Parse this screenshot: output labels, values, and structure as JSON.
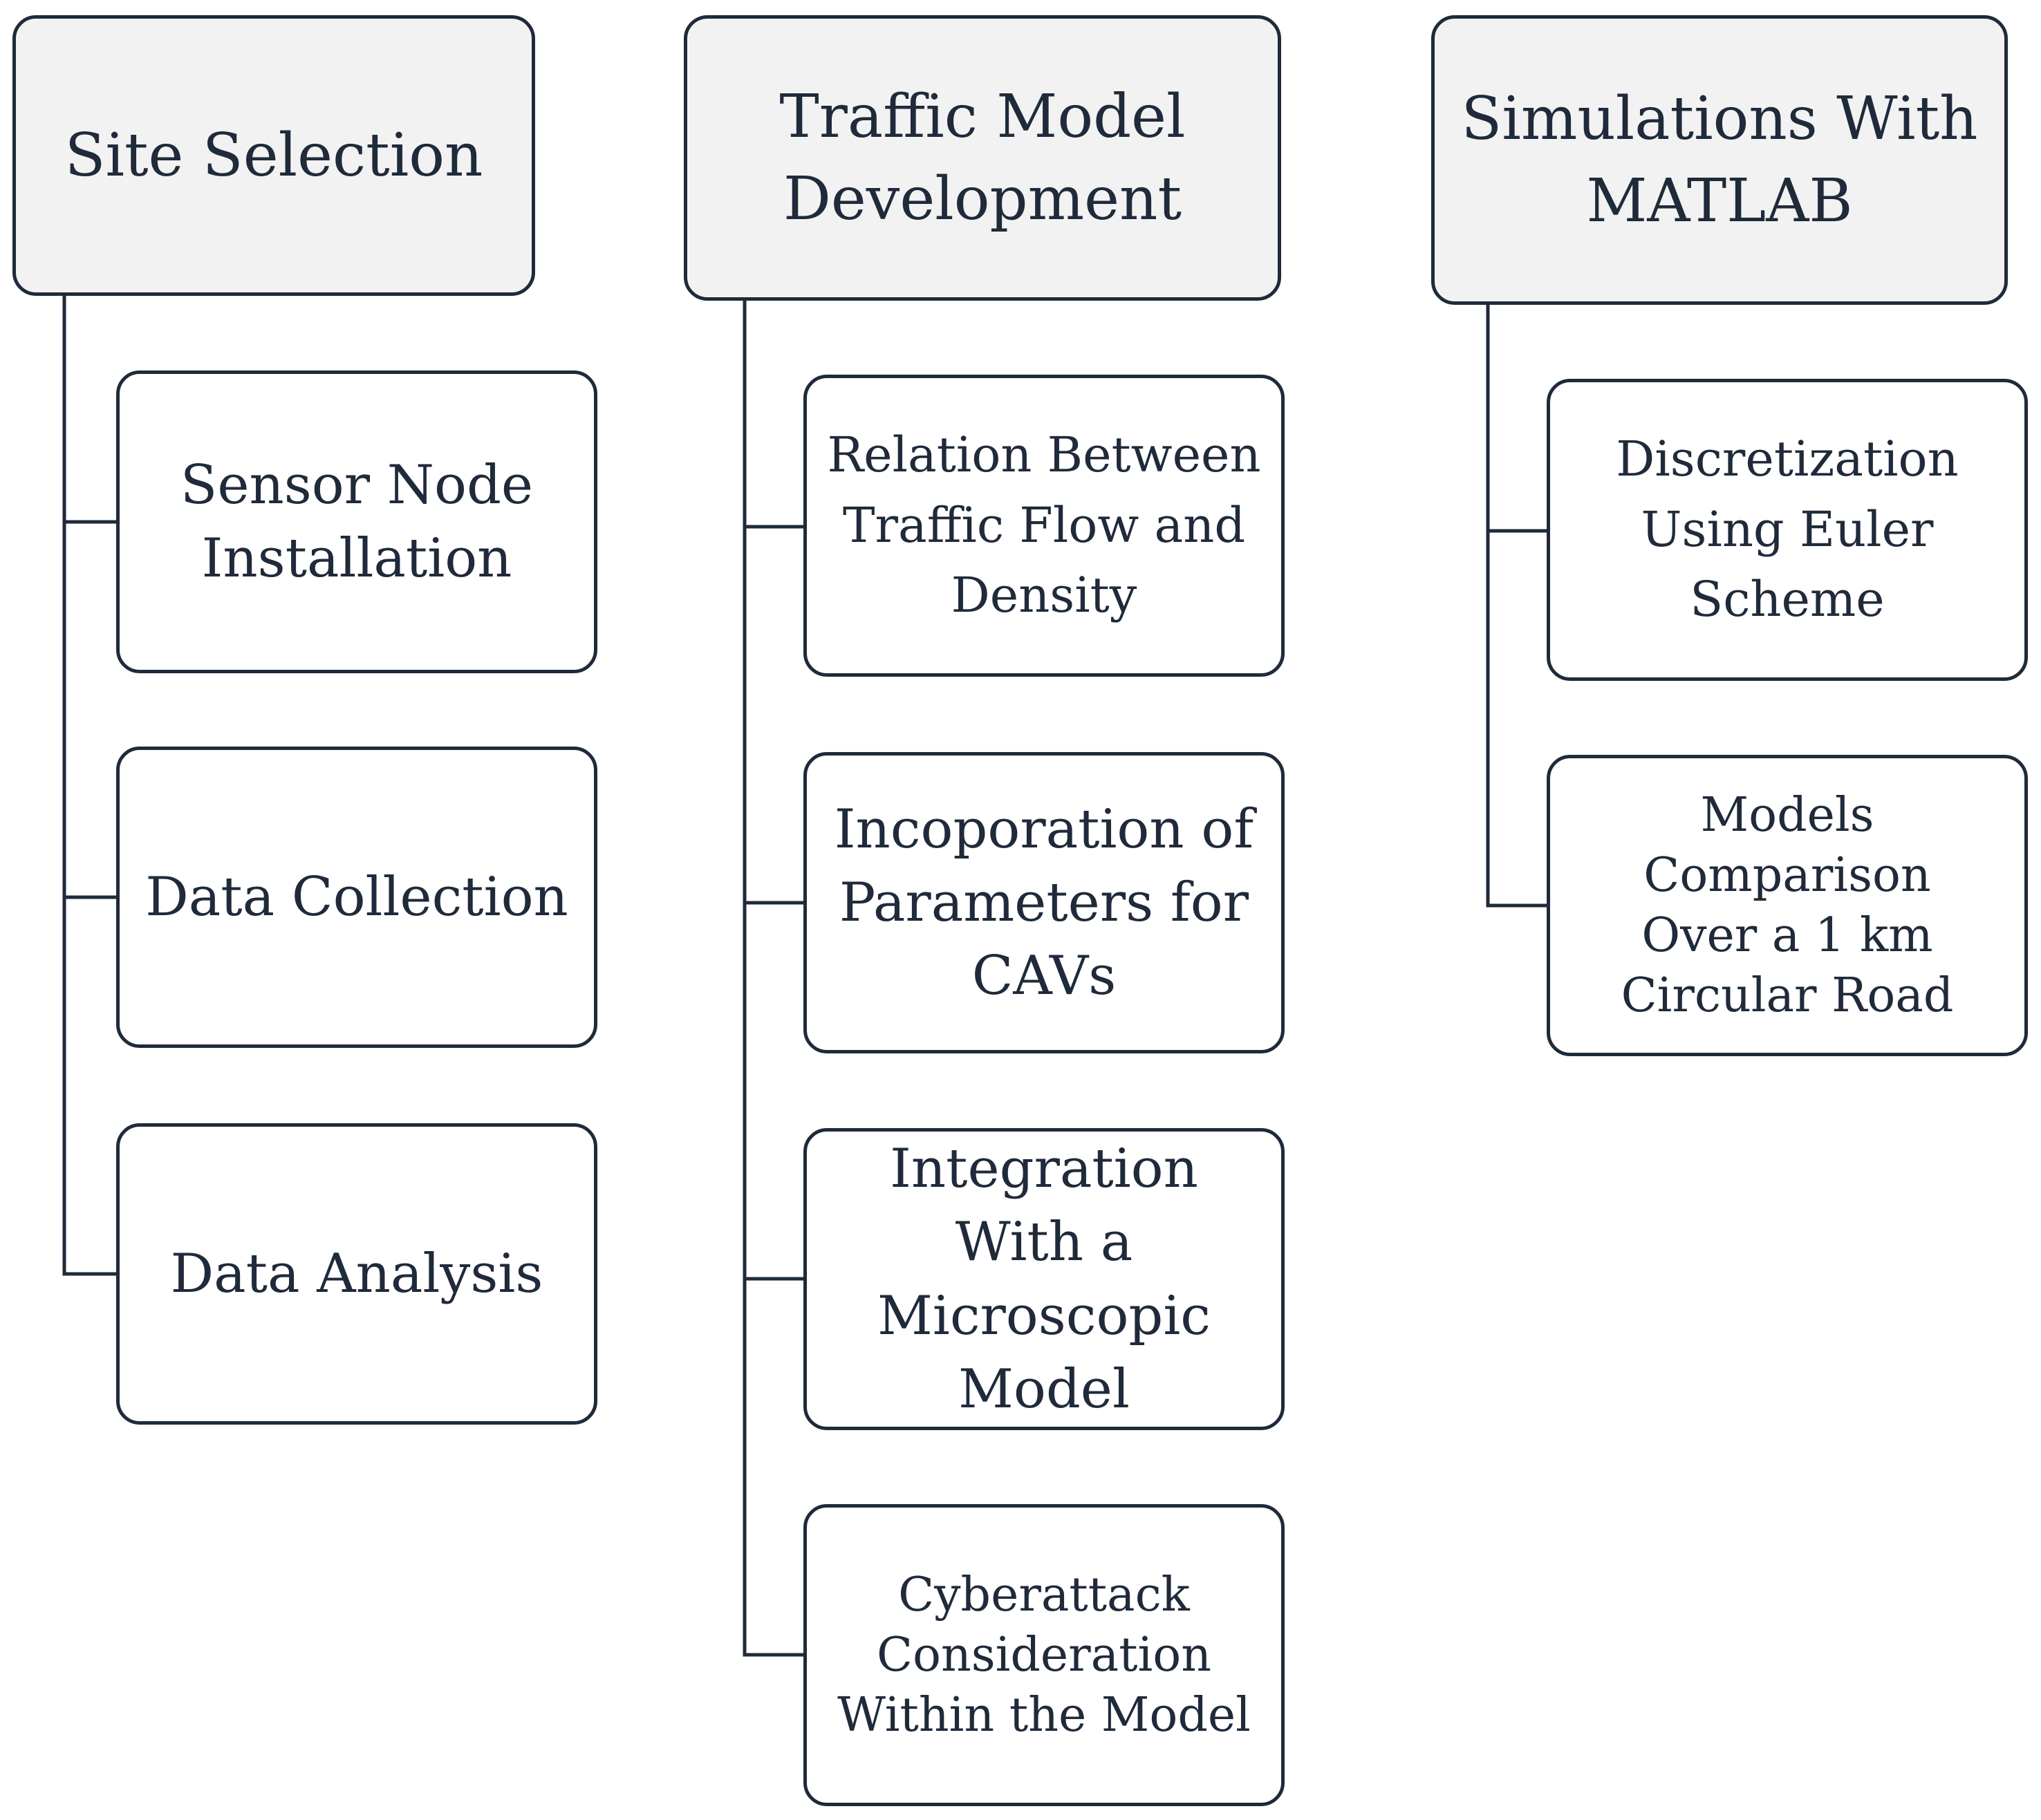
{
  "columns": [
    {
      "title": "Site Selection",
      "items": [
        "Sensor Node\nInstallation",
        "Data Collection",
        "Data Analysis"
      ]
    },
    {
      "title": "Traffic Model\nDevelopment",
      "items": [
        "Relation Between\nTraffic Flow and\nDensity",
        "Incoporation of\nParameters for\nCAVs",
        "Integration\nWith a\nMicroscopic\nModel",
        "Cyberattack\nConsideration\nWithin the Model"
      ]
    },
    {
      "title": "Simulations With\nMATLAB",
      "items": [
        "Discretization\nUsing Euler\nScheme",
        "Models\nComparison\nOver a 1 km\nCircular Road"
      ]
    }
  ]
}
